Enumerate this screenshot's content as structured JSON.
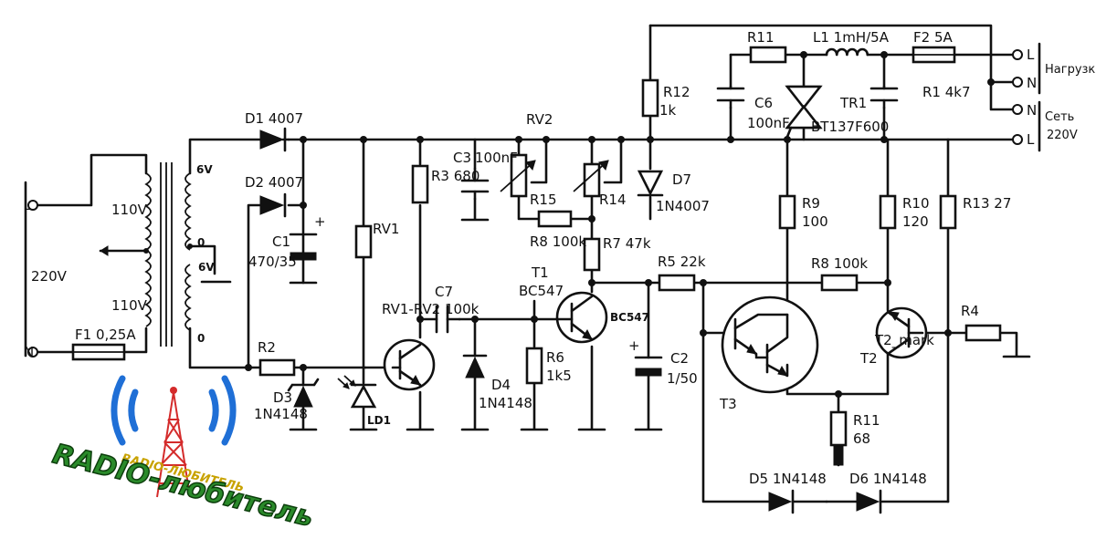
{
  "diagram": {
    "components": [
      {
        "ref": "D1 4007"
      },
      {
        "ref": "D2 4007"
      },
      {
        "ref": "D3",
        "value": "1N4148"
      },
      {
        "ref": "D4",
        "value": "1N4148"
      },
      {
        "ref": "D5 1N4148"
      },
      {
        "ref": "D6 1N4148"
      },
      {
        "ref": "D7",
        "value": "1N4007"
      },
      {
        "ref": "LD1"
      },
      {
        "ref": "C1",
        "value": "470/35"
      },
      {
        "ref": "C2",
        "value": "1/50"
      },
      {
        "ref": "C3",
        "value": "100nF"
      },
      {
        "ref": "C5 47 nF"
      },
      {
        "ref": "C6",
        "value": "100nF"
      },
      {
        "ref": "C7",
        "value": "47nF"
      },
      {
        "ref": "R1 4k7"
      },
      {
        "ref": "R2",
        "value": "3k3"
      },
      {
        "ref": "R3 680"
      },
      {
        "ref": "R4",
        "value": "22k"
      },
      {
        "ref": "R5 22k"
      },
      {
        "ref": "R6",
        "value": "1k5"
      },
      {
        "ref": "R7 47k"
      },
      {
        "ref": "R8 100k"
      },
      {
        "ref": "R9",
        "value": "100"
      },
      {
        "ref": "R10",
        "value": "120"
      },
      {
        "ref": "R11",
        "value": "68"
      },
      {
        "ref": "R12",
        "value": "1k"
      },
      {
        "ref": "R13 27"
      },
      {
        "ref": "R14",
        "value": "390k"
      },
      {
        "ref": "R15",
        "value": "2k2"
      },
      {
        "ref": "RV1"
      },
      {
        "ref": "RV2"
      },
      {
        "ref": "RV1-RV2 100k"
      },
      {
        "ref": "T1",
        "value": "BC547"
      },
      {
        "ref": "T2",
        "value": "BC547"
      },
      {
        "ref": "T2_mark",
        "value": "T2"
      },
      {
        "ref": "T3",
        "value": "BC547"
      },
      {
        "ref": "T4 BC51 7"
      },
      {
        "ref": "TR1",
        "value": "BT137F600"
      },
      {
        "ref": "L1 1mH/5A"
      },
      {
        "ref": "F1 0,25A"
      },
      {
        "ref": "F2 5A"
      }
    ],
    "transformer": {
      "primary_top": "110V",
      "primary_bottom": "110V",
      "mains": "220V",
      "sec_top": "6V",
      "sec_mid": "0",
      "sec_mid2": "6V",
      "sec_bottom": "0"
    },
    "terminals": {
      "left_L": "L",
      "left_N": "N",
      "right_L1": "L",
      "right_N1": "N",
      "right_N2": "N",
      "right_L2": "L",
      "load_label": "Нагрузка",
      "mains_label": "Сеть",
      "mains_voltage": "220V"
    },
    "colors": {
      "ink": "#111111",
      "logo_blue": "#1f6fd6",
      "logo_red": "#d42b2b",
      "logo_green": "#2a8a2a",
      "logo_yellow": "#c8a200"
    }
  },
  "logo": {
    "small_text": "RADIO-ЛЮБИТЕЛЬ",
    "big_text": "RADIO-любитель"
  }
}
